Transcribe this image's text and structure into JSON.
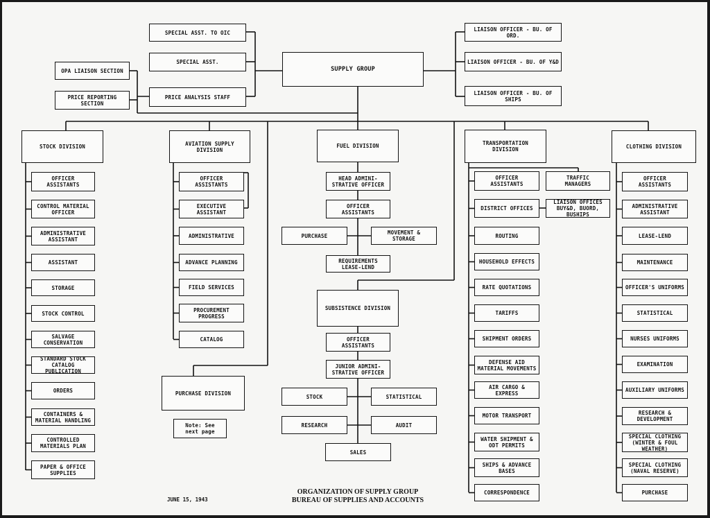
{
  "top": {
    "supply_group": "SUPPLY GROUP",
    "special_asst_oic": "SPECIAL ASST. TO OIC",
    "special_asst": "SPECIAL ASST.",
    "price_analysis": "PRICE ANALYSIS STAFF",
    "opa_liaison": "OPA LIAISON SECTION",
    "price_reporting": "PRICE REPORTING SECTION",
    "liaison_ord": "LIAISON OFFICER - BU. OF ORD.",
    "liaison_yd": "LIAISON OFFICER - BU. OF Y&D",
    "liaison_ships": "LIAISON OFFICER - BU. OF SHIPS"
  },
  "stock": {
    "title": "STOCK DIVISION",
    "items": [
      "OFFICER\nASSISTANTS",
      "CONTROL MATERIAL\nOFFICER",
      "ADMINISTRATIVE\nASSISTANT",
      "ASSISTANT",
      "STORAGE",
      "STOCK CONTROL",
      "SALVAGE CONSERVATION",
      "STANDARD STOCK\nCATALOG PUBLICATION",
      "ORDERS",
      "CONTAINERS &\nMATERIAL HANDLING",
      "CONTROLLED\nMATERIALS PLAN",
      "PAPER & OFFICE\nSUPPLIES"
    ]
  },
  "aviation": {
    "title": "AVIATION SUPPLY DIVISION",
    "items": [
      "OFFICER\nASSISTANTS",
      "EXECUTIVE\nASSISTANT",
      "ADMINISTRATIVE",
      "ADVANCE PLANNING",
      "FIELD SERVICES",
      "PROCUREMENT\nPROGRESS",
      "CATALOG"
    ]
  },
  "purchase_div": {
    "title": "PURCHASE DIVISION",
    "note": "Note: See\nnext page"
  },
  "fuel": {
    "title": "FUEL DIVISION",
    "head": "HEAD ADMINI-\nSTRATIVE OFFICER",
    "officer": "OFFICER\nASSISTANTS",
    "purchase": "PURCHASE",
    "movement": "MOVEMENT &\nSTORAGE",
    "requirements": "REQUIREMENTS\nLEASE-LEND"
  },
  "subsistence": {
    "title": "SUBSISTENCE DIVISION",
    "officer": "OFFICER\nASSISTANTS",
    "junior": "JUNIOR ADMINI-\nSTRATIVE OFFICER",
    "stock": "STOCK",
    "statistical": "STATISTICAL",
    "research": "RESEARCH",
    "audit": "AUDIT",
    "sales": "SALES"
  },
  "transport": {
    "title": "TRANSPORTATION\nDIVISION",
    "officer": "OFFICER\nASSISTANTS",
    "traffic": "TRAFFIC\nMANAGERS",
    "liaison_offices": "LIAISON OFFICES\nBUY&D, BUORD, BUSHIPS",
    "items": [
      "DISTRICT OFFICES",
      "ROUTING",
      "HOUSEHOLD EFFECTS",
      "RATE QUOTATIONS",
      "TARIFFS",
      "SHIPMENT ORDERS",
      "DEFENSE AID\nMATERIAL MOVEMENTS",
      "AIR CARGO & EXPRESS",
      "MOTOR TRANSPORT",
      "WATER SHIPMENT &\nODT PERMITS",
      "SHIPS & ADVANCE\nBASES",
      "CORRESPONDENCE"
    ]
  },
  "clothing": {
    "title": "CLOTHING DIVISION",
    "items": [
      "OFFICER\nASSISTANTS",
      "ADMINISTRATIVE\nASSISTANT",
      "LEASE-LEND",
      "MAINTENANCE",
      "OFFICER'S UNIFORMS",
      "STATISTICAL",
      "NURSES UNIFORMS",
      "EXAMINATION",
      "AUXILIARY UNIFORMS",
      "RESEARCH &\nDEVELOPMENT",
      "SPECIAL CLOTHING\n(WINTER & FOUL WEATHER)",
      "SPECIAL CLOTHING\n(NAVAL RESERVE)",
      "PURCHASE"
    ]
  },
  "caption": {
    "line1": "ORGANIZATION OF SUPPLY GROUP",
    "line2": "BUREAU OF SUPPLIES AND ACCOUNTS"
  },
  "date": "JUNE 15, 1943"
}
